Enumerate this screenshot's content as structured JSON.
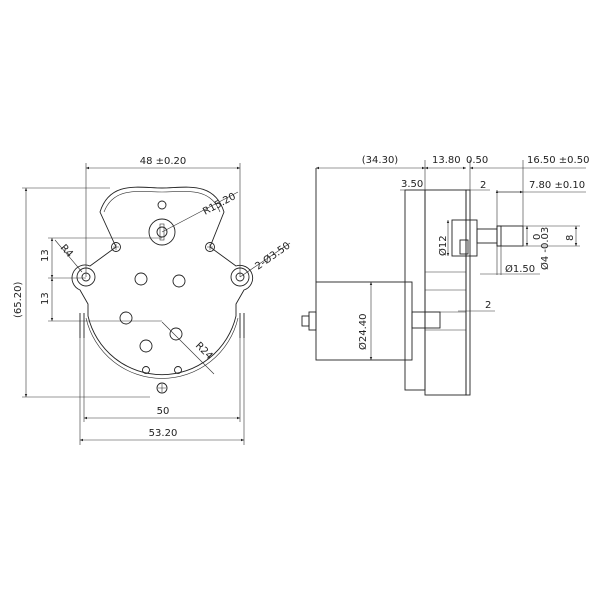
{
  "front_view": {
    "width_holes": "48 ±0.20",
    "top_radius": "R15.20",
    "mount_hole": "2-Ø3.50",
    "ear_radius": "R4",
    "offset_upper": "13",
    "offset_lower": "13",
    "height_overall": "(65.20)",
    "bottom_radius": "R24",
    "bracket_inner": "50",
    "bracket_outer": "53.20"
  },
  "side_view": {
    "motor_length": "(34.30)",
    "gearbox_depth": "13.80",
    "plate_thickness": "0.50",
    "shaft_length": "16.50 ±0.50",
    "flat_length": "7.80 ±0.10",
    "step": "3.50",
    "plate_gap": "2",
    "boss_diameter": "Ø12",
    "shaft_diameter": "Ø4 -0.03",
    "shaft_tol_upper": "0",
    "flat_width": "8",
    "pin_diameter": "Ø1.50",
    "motor_diameter": "Ø24.40",
    "clip_gap": "2"
  }
}
